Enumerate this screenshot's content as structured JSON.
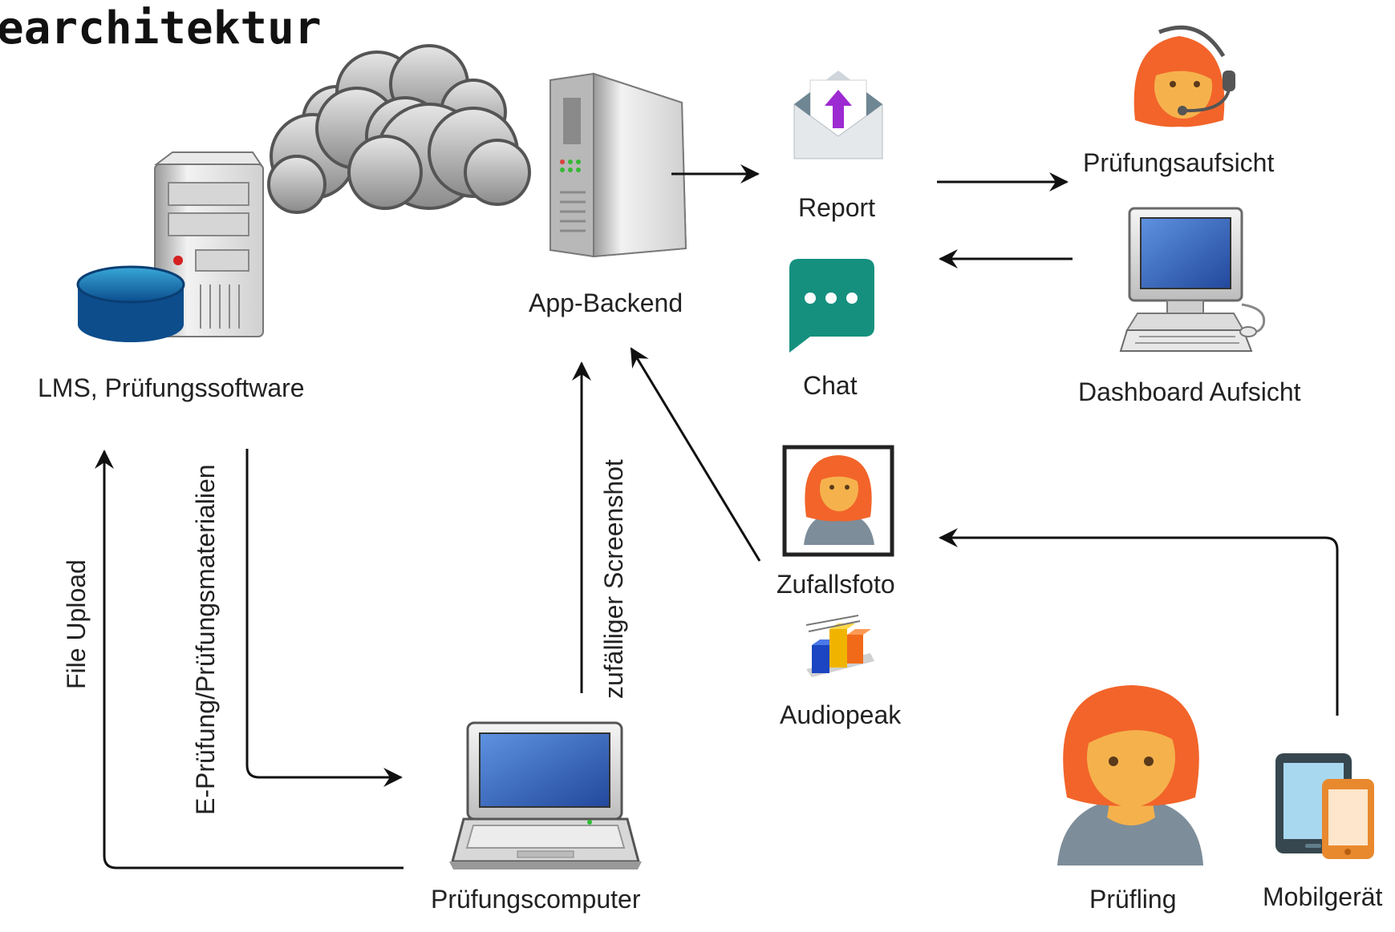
{
  "title": "earchitektur",
  "nodes": {
    "lms": {
      "label": "LMS, Prüfungssoftware",
      "icon": "server-database-icon"
    },
    "cloud": {
      "icon": "cloud-icon"
    },
    "backend": {
      "label": "App-Backend",
      "icon": "server-tower-icon"
    },
    "report": {
      "label": "Report",
      "icon": "envelope-upload-icon"
    },
    "chat": {
      "label": "Chat",
      "icon": "chat-bubble-icon"
    },
    "proctor": {
      "label": "Prüfungsaufsicht",
      "icon": "headset-person-icon"
    },
    "dashboard": {
      "label": "Dashboard Aufsicht",
      "icon": "desktop-computer-icon"
    },
    "photo": {
      "label": "Zufallsfoto",
      "icon": "portrait-photo-icon"
    },
    "audiopeak": {
      "label": "Audiopeak",
      "icon": "bar-chart-icon"
    },
    "examcomputer": {
      "label": "Prüfungscomputer",
      "icon": "laptop-icon"
    },
    "candidate": {
      "label": "Prüfling",
      "icon": "person-icon"
    },
    "mobile": {
      "label": "Mobilgerät",
      "icon": "tablet-phone-icon"
    }
  },
  "edges": {
    "file_upload": "File Upload",
    "exam_materials": "E-Prüfung/Prüfungsmaterialien",
    "random_screenshot": "zufälliger Screenshot"
  },
  "colors": {
    "hair": "#f2642a",
    "skin": "#f5b24c",
    "shirt": "#7d8d9a",
    "chat": "#15907f",
    "screen": "#3a6fc7",
    "db": "#1a73b6",
    "arrow": "#111111"
  }
}
